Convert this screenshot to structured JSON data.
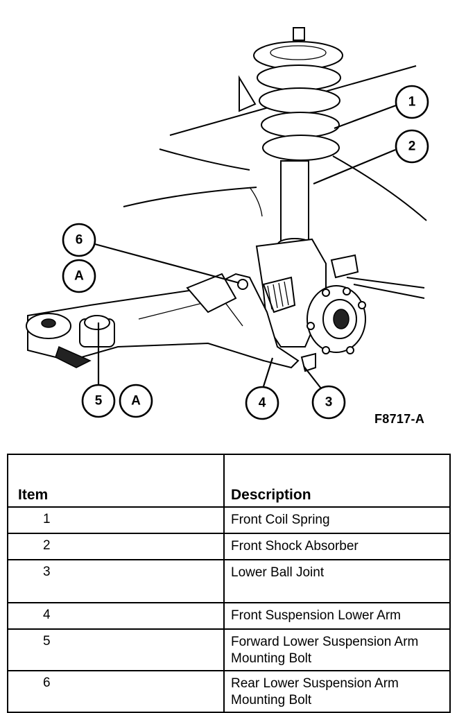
{
  "figure": {
    "code": "F8717-A",
    "callouts": [
      {
        "label": "1"
      },
      {
        "label": "2"
      },
      {
        "label": "6"
      },
      {
        "label": "A"
      },
      {
        "label": "5"
      },
      {
        "label": "A"
      },
      {
        "label": "4"
      },
      {
        "label": "3"
      }
    ]
  },
  "table": {
    "headers": {
      "item": "Item",
      "description": "Description"
    },
    "rows": [
      {
        "item": "1",
        "description": "Front Coil Spring"
      },
      {
        "item": "2",
        "description": "Front Shock Absorber"
      },
      {
        "item": "3",
        "description": "Lower Ball Joint"
      },
      {
        "item": "4",
        "description": "Front Suspension Lower Arm"
      },
      {
        "item": "5",
        "description": "Forward Lower Suspension Arm Mounting Bolt"
      },
      {
        "item": "6",
        "description": "Rear Lower Suspension Arm Mounting Bolt"
      }
    ]
  }
}
